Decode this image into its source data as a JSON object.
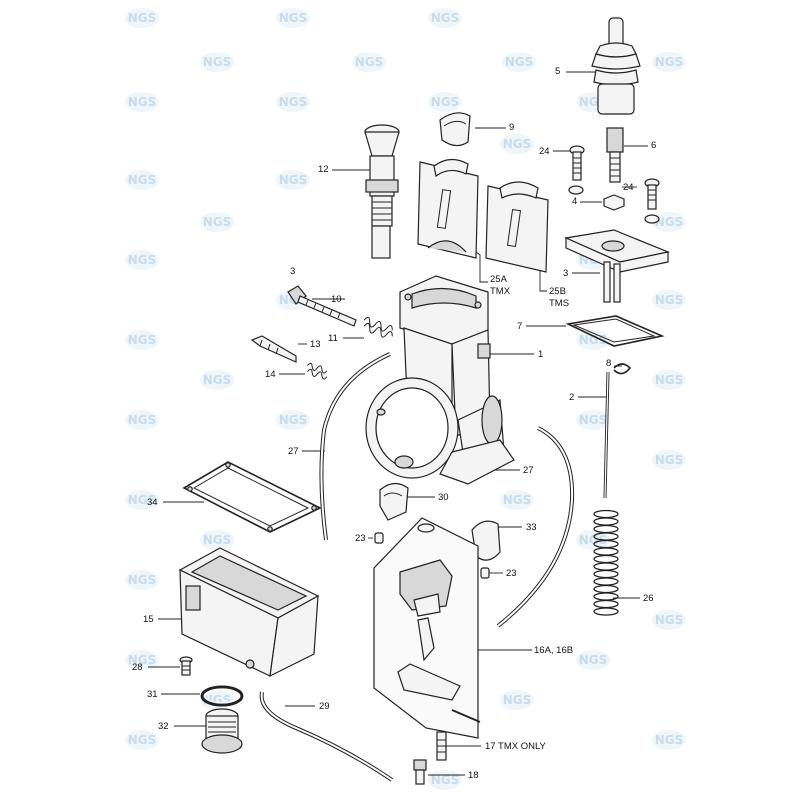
{
  "watermark": "NGS",
  "labels": {
    "l1": "1",
    "l2": "2",
    "l3": "3",
    "l3b": "3",
    "l4": "4",
    "l5": "5",
    "l6": "6",
    "l7": "7",
    "l8": "8",
    "l9": "9",
    "l10": "10",
    "l11": "11",
    "l12": "12",
    "l13": "13",
    "l14": "14",
    "l15": "15",
    "l16": "16A, 16B",
    "l17": "17 TMX ONLY",
    "l18": "18",
    "l23a": "23",
    "l23b": "23",
    "l24a": "24",
    "l24b": "24",
    "l25a1": "25A",
    "l25a2": "TMX",
    "l25b1": "25B",
    "l25b2": "TMS",
    "l26": "26",
    "l27a": "27",
    "l27b": "27",
    "l28": "28",
    "l29": "29",
    "l30": "30",
    "l31": "31",
    "l32": "32",
    "l33": "33",
    "l34": "34"
  }
}
